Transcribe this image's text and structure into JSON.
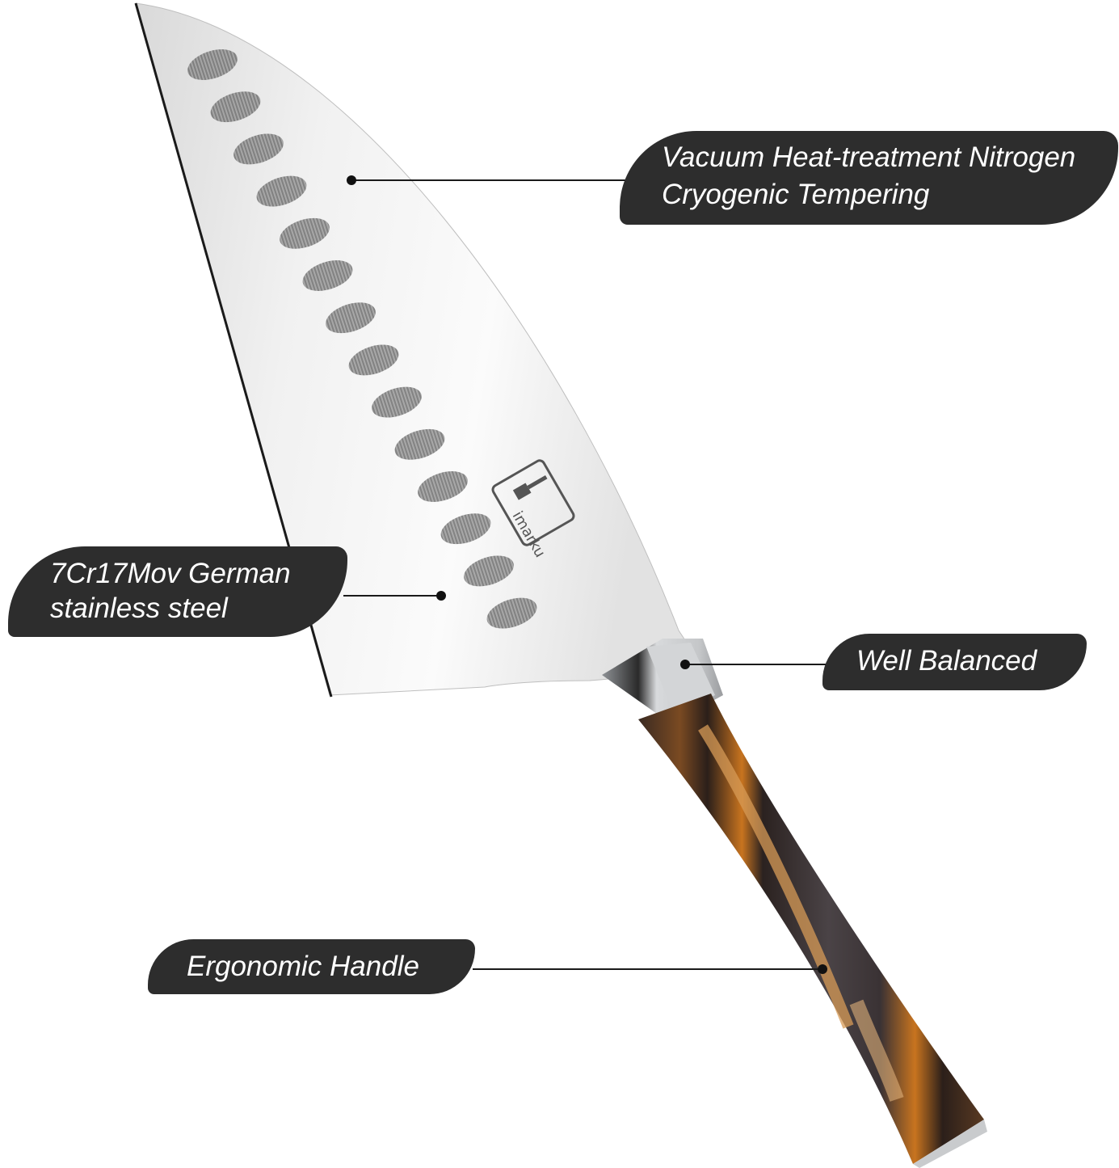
{
  "product": {
    "name": "Santoku chef knife",
    "brand_logo_text": "imarku",
    "colors": {
      "callout_background": "#2d2d2d",
      "callout_text": "#ffffff",
      "leader_line": "#1a1a1a",
      "blade": "#e8e8e8",
      "handle_dark": "#2b2220",
      "handle_orange": "#c8741f",
      "bolster": "#bfc1c3"
    }
  },
  "callouts": [
    {
      "id": "vacuum",
      "lines": [
        "Vacuum Heat-treatment Nitrogen",
        "Cryogenic Tempering"
      ],
      "points_to": "blade"
    },
    {
      "id": "steel",
      "lines": [
        "7Cr17Mov German",
        "stainless steel"
      ],
      "points_to": "blade-edge"
    },
    {
      "id": "balance",
      "lines": [
        "Well Balanced"
      ],
      "points_to": "bolster"
    },
    {
      "id": "handle",
      "lines": [
        "Ergonomic Handle"
      ],
      "points_to": "handle"
    }
  ]
}
